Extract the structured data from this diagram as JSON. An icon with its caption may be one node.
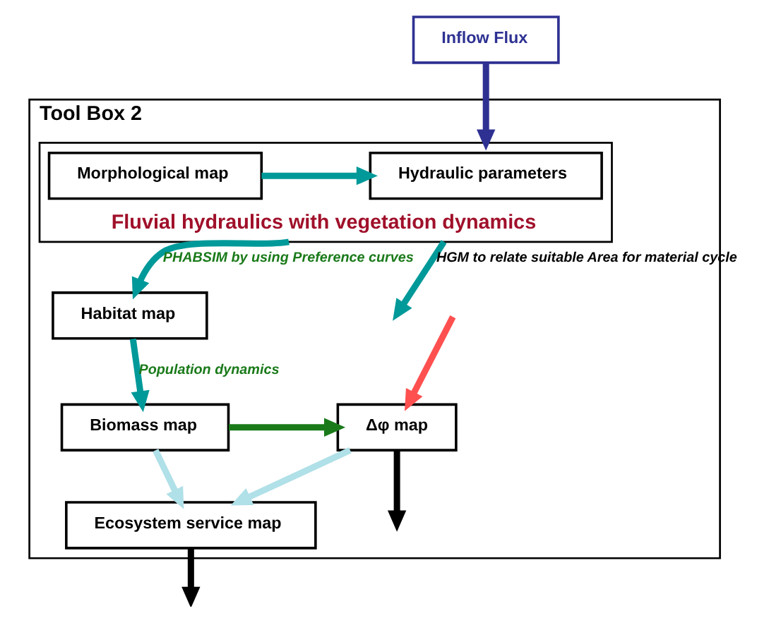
{
  "diagram": {
    "nodes": [
      {
        "text": [
          "Tool Box 2"
        ]
      },
      {
        "text": [
          "Inflow Flux"
        ]
      },
      {
        "text": [
          "Fluvial hydraulics with vegetation dynamics"
        ],
        "in": 0
      },
      {
        "text": [
          "Morphological map"
        ],
        "in": 2
      },
      {
        "text": [
          "Hydraulic parameters"
        ],
        "in": 2
      },
      {
        "text": [
          "Habitat map"
        ],
        "in": 0
      },
      {
        "text": [
          "Biomass map"
        ],
        "in": 0
      },
      {
        "text": [
          "Δφ map"
        ],
        "in": 0
      },
      {
        "text": [
          "Ecosystem service map"
        ],
        "in": 0
      }
    ],
    "edges": [
      {
        "from": 1,
        "to": 2,
        "arrow": "to",
        "color": "#2e3192"
      },
      {
        "from": 3,
        "to": 4,
        "arrow": "to",
        "color": "#009999"
      },
      {
        "from": 2,
        "to": 5,
        "arrow": "to",
        "color": "#009999",
        "label": "PHABSIM by using Preference curves"
      },
      {
        "from": 2,
        "to": null,
        "arrow": "to",
        "color": "#009999",
        "label": "HGM to relate suitable Area for material cycle"
      },
      {
        "from": null,
        "to": 7,
        "arrow": "to",
        "color": "#ff5050"
      },
      {
        "from": 5,
        "to": 6,
        "arrow": "to",
        "color": "#009999",
        "label": "Population dynamics"
      },
      {
        "from": 6,
        "to": 7,
        "arrow": "to",
        "color": "#1a7a1a"
      },
      {
        "from": 7,
        "to": null,
        "arrow": "to",
        "color": "#000000"
      },
      {
        "from": 6,
        "to": 8,
        "arrow": "to",
        "color": "#b0e0e8"
      },
      {
        "from": 7,
        "to": 8,
        "arrow": "to",
        "color": "#b0e0e8"
      },
      {
        "from": 8,
        "to": null,
        "arrow": "to",
        "color": "#000000"
      }
    ]
  }
}
